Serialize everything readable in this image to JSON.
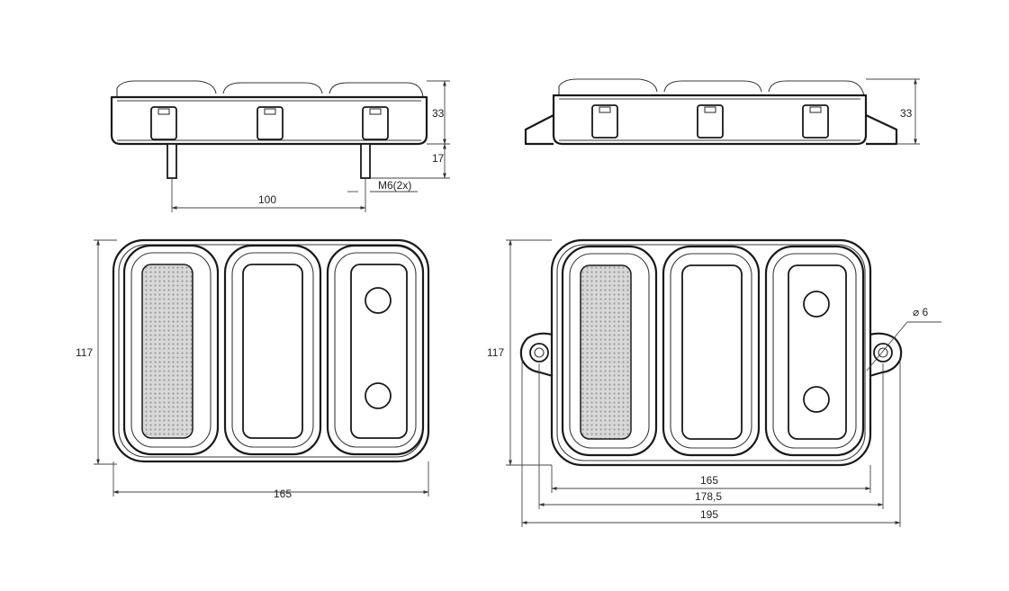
{
  "dimensions": {
    "top_left_height": "33",
    "top_left_stud_length": "17",
    "top_left_stud_spacing": "100",
    "top_left_thread": "M6(2x)",
    "top_right_height": "33",
    "front_left_height": "117",
    "front_left_width": "165",
    "front_right_height": "117",
    "front_right_hole_diameter": "⌀ 6",
    "front_right_width_body": "165",
    "front_right_width_holes": "178,5",
    "front_right_width_total": "195"
  }
}
